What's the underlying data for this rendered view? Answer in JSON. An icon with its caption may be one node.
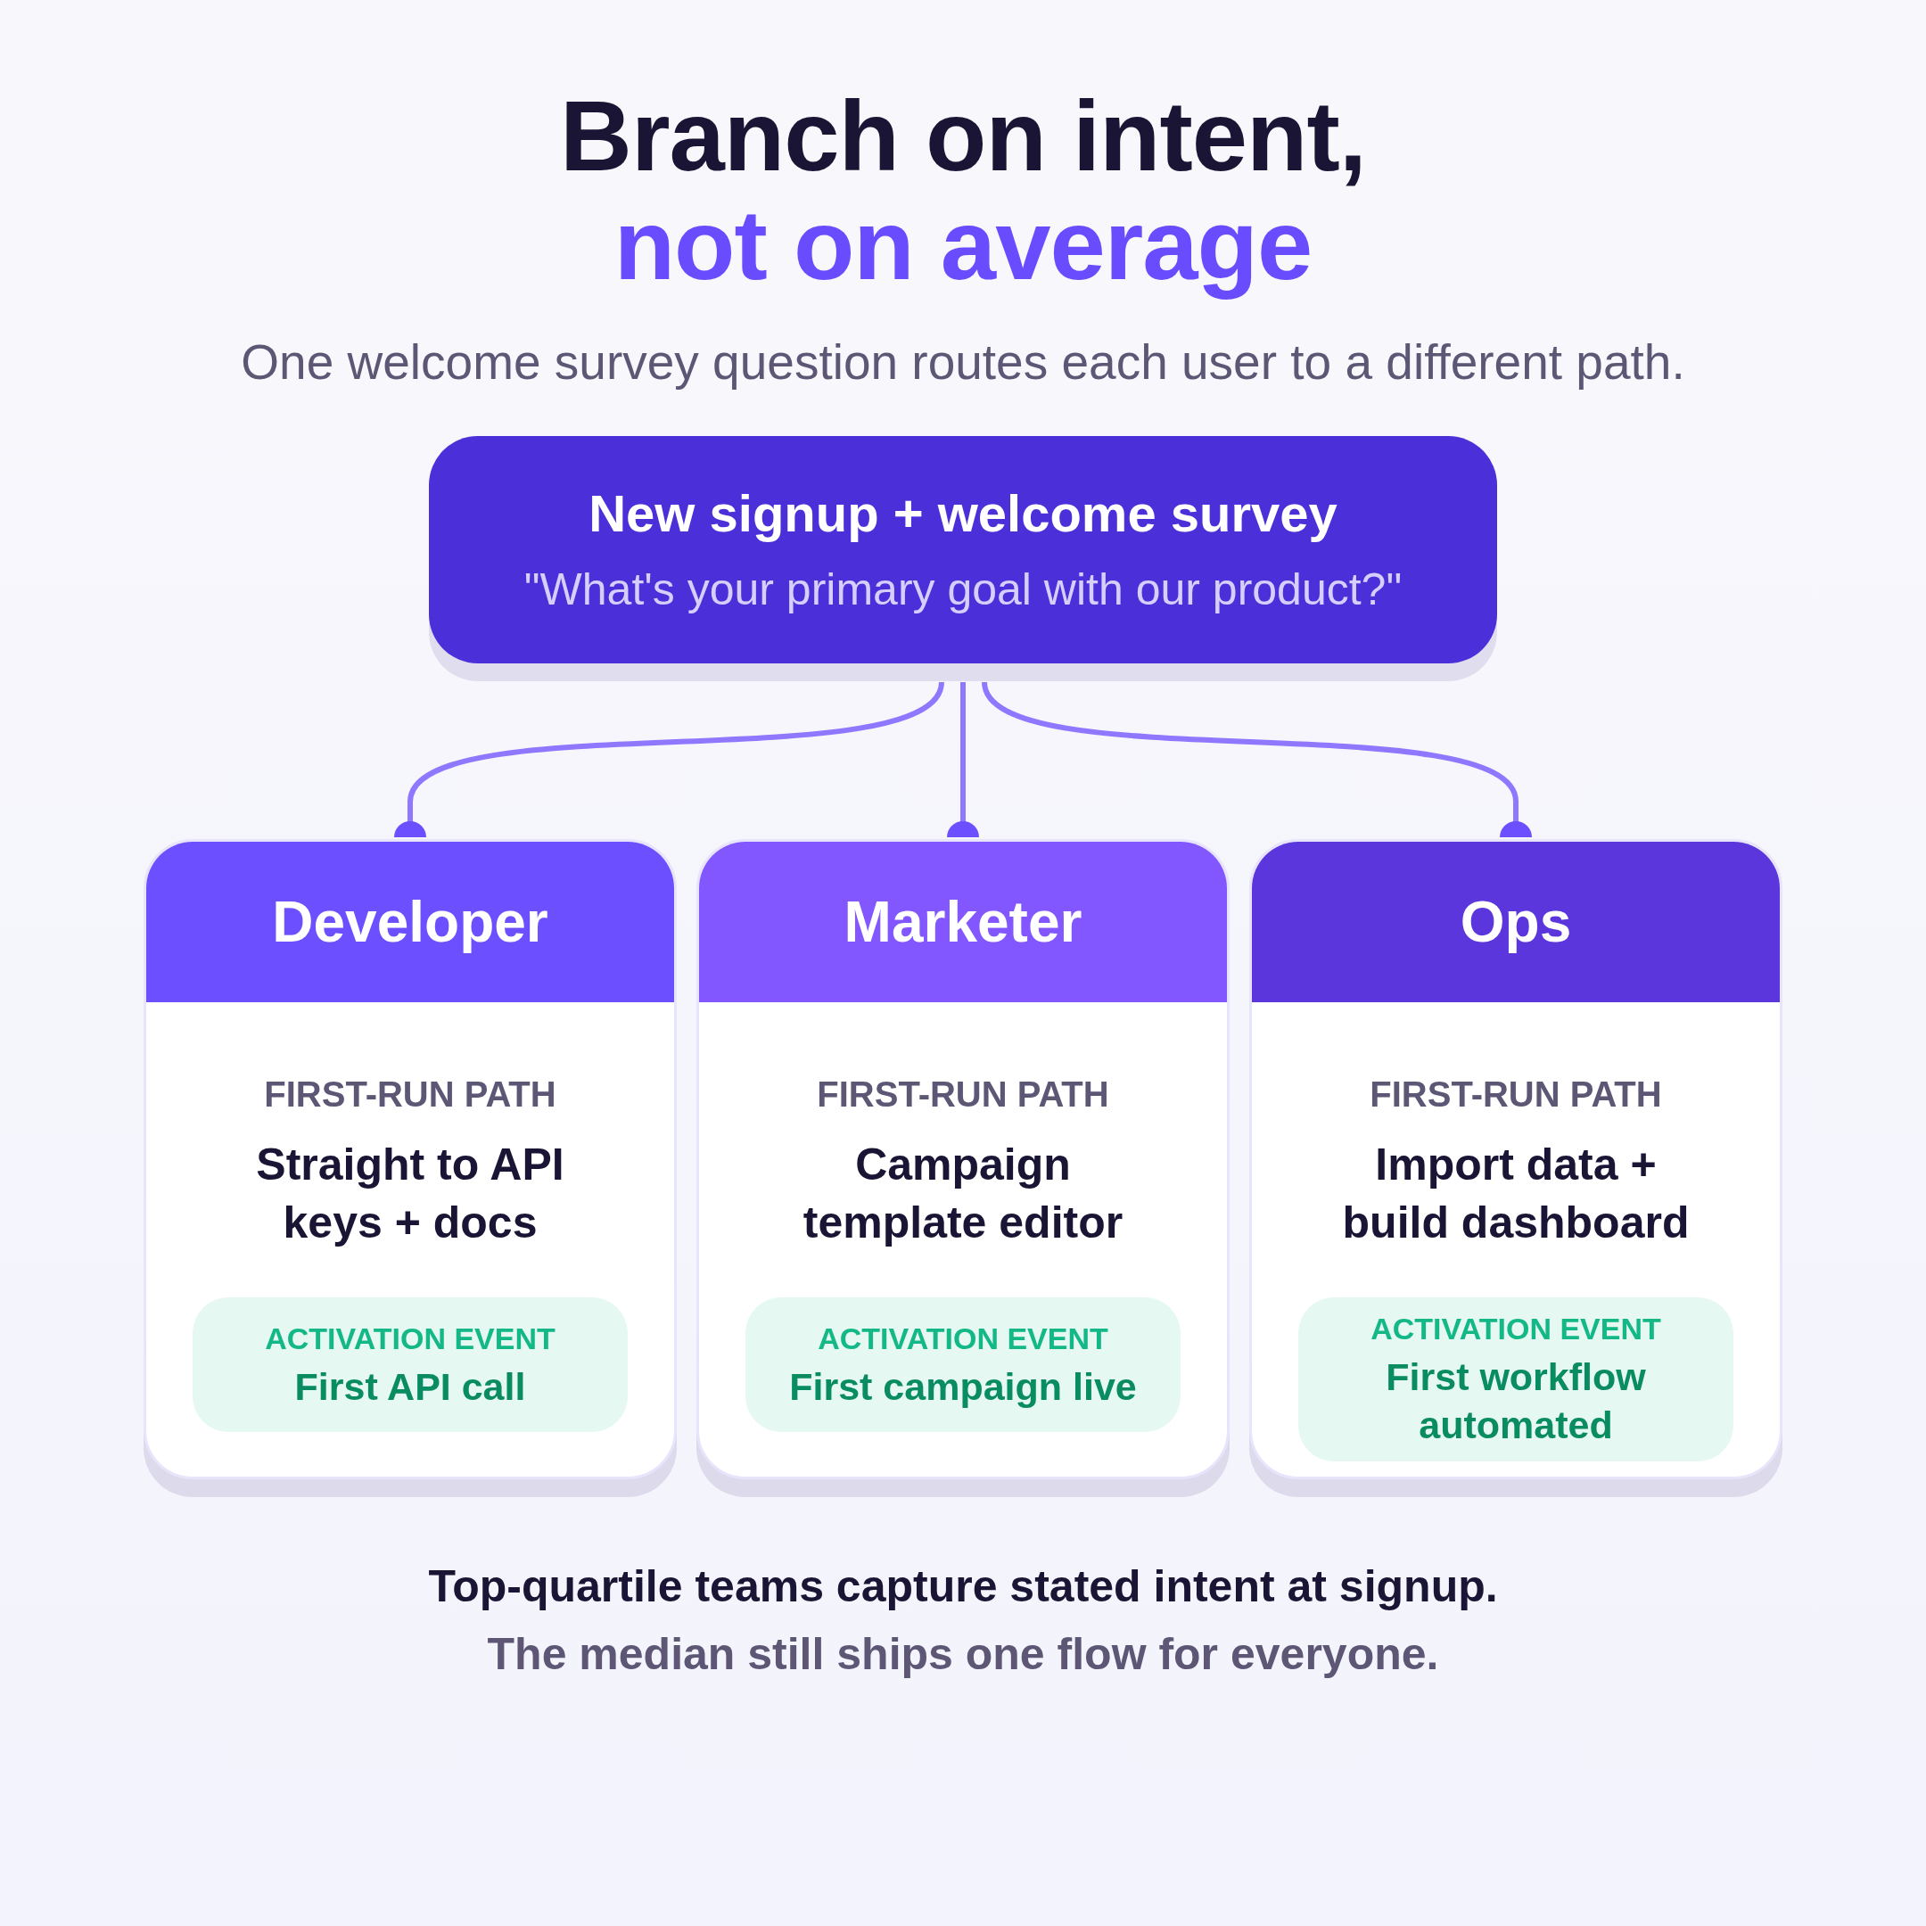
{
  "diagram": {
    "title": "Branch on intent, not on average",
    "nodes": [
      {
        "text": [
          "New signup + welcome survey",
          "\"What's your primary goal with our product?\""
        ]
      },
      {
        "text": [
          "Developer",
          "FIRST-RUN PATH",
          "Straight to API keys + docs"
        ]
      },
      {
        "text": [
          "ACTIVATION EVENT",
          "First API call"
        ],
        "in": 1
      },
      {
        "text": [
          "Marketer",
          "FIRST-RUN PATH",
          "Campaign template editor"
        ]
      },
      {
        "text": [
          "ACTIVATION EVENT",
          "First campaign live"
        ],
        "in": 3
      },
      {
        "text": [
          "Ops",
          "FIRST-RUN PATH",
          "Import data + build dashboard"
        ]
      },
      {
        "text": [
          "ACTIVATION EVENT",
          "First workflow automated"
        ],
        "in": 5
      }
    ],
    "edges": [
      {
        "from": 0,
        "to": 1,
        "arrow": "other"
      },
      {
        "from": 0,
        "to": 3,
        "arrow": "other"
      },
      {
        "from": 0,
        "to": 5,
        "arrow": "other"
      }
    ],
    "labels": [
      "One welcome survey question routes each user to a different path.",
      "Top-quartile teams capture stated intent at signup.",
      "The median still ships one flow for everyone."
    ]
  }
}
